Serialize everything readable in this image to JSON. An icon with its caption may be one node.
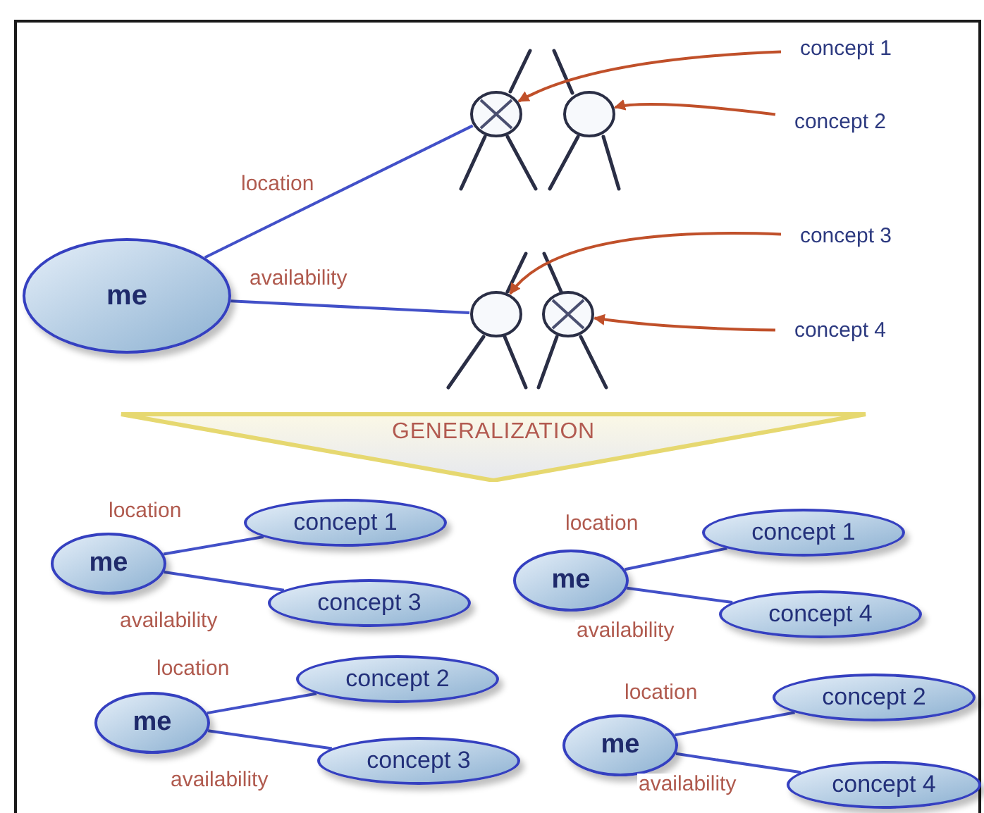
{
  "diagram": {
    "nodes": [
      {
        "text": [
          "me"
        ]
      },
      {
        "text": [],
        "shape": "circle"
      },
      {
        "text": [],
        "shape": "circle"
      },
      {
        "text": [],
        "shape": "circle"
      },
      {
        "text": [],
        "shape": "circle"
      },
      {
        "text": [
          "concept 1"
        ]
      },
      {
        "text": [
          "concept 2"
        ]
      },
      {
        "text": [
          "concept 3"
        ]
      },
      {
        "text": [
          "concept 4"
        ]
      },
      {
        "text": [
          "GENERALIZATION"
        ]
      },
      {
        "text": [
          "me"
        ]
      },
      {
        "text": [
          "concept 1"
        ]
      },
      {
        "text": [
          "concept 3"
        ]
      },
      {
        "text": [
          "me"
        ]
      },
      {
        "text": [
          "concept 1"
        ]
      },
      {
        "text": [
          "concept 4"
        ]
      },
      {
        "text": [
          "me"
        ]
      },
      {
        "text": [
          "concept 2"
        ]
      },
      {
        "text": [
          "concept 3"
        ]
      },
      {
        "text": [
          "me"
        ]
      },
      {
        "text": [
          "concept 2"
        ]
      },
      {
        "text": [
          "concept 4"
        ]
      }
    ],
    "edges": [
      {
        "from": 0,
        "to": 1,
        "arrow": "none",
        "label": "location"
      },
      {
        "from": 0,
        "to": 3,
        "arrow": "none",
        "label": "availability"
      },
      {
        "from": 5,
        "to": 1,
        "arrow": "to",
        "color": "#c0502a"
      },
      {
        "from": 6,
        "to": 2,
        "arrow": "to",
        "color": "#c0502a"
      },
      {
        "from": 7,
        "to": 3,
        "arrow": "to",
        "color": "#c0502a"
      },
      {
        "from": 8,
        "to": 4,
        "arrow": "to",
        "color": "#c0502a"
      },
      {
        "from": 10,
        "to": 11,
        "arrow": "none",
        "label": "location"
      },
      {
        "from": 10,
        "to": 12,
        "arrow": "none",
        "label": "availability"
      },
      {
        "from": 13,
        "to": 14,
        "arrow": "none",
        "label": "location"
      },
      {
        "from": 13,
        "to": 15,
        "arrow": "none",
        "label": "availability"
      },
      {
        "from": 16,
        "to": 17,
        "arrow": "none",
        "label": "location"
      },
      {
        "from": 16,
        "to": 18,
        "arrow": "none",
        "label": "availability"
      },
      {
        "from": 19,
        "to": 20,
        "arrow": "none",
        "label": "location"
      },
      {
        "from": 19,
        "to": 21,
        "arrow": "none",
        "label": "availability"
      }
    ]
  }
}
